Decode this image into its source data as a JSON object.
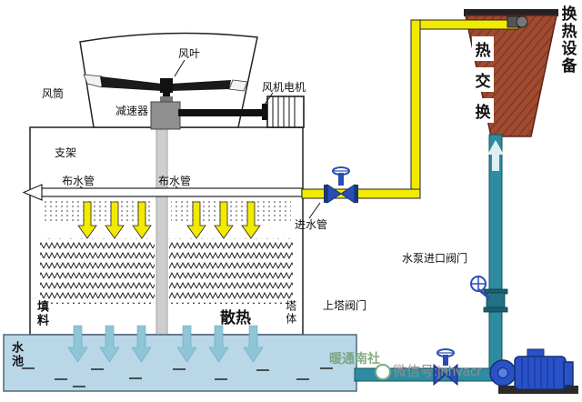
{
  "diagram": {
    "labels": {
      "fan_blade": "风叶",
      "fan_duct": "风筒",
      "reducer": "减速器",
      "fan_motor": "风机电机",
      "support": "支架",
      "dist_pipe_left": "布水管",
      "dist_pipe_right": "布水管",
      "inlet_pipe": "进水管",
      "fill": "填料",
      "heat_dissipation": "散热",
      "tower_body": "塔体",
      "pool": "水池",
      "upper_tower_valve": "上塔阀门",
      "pump_inlet_valve": "水泵进口阀门",
      "heat_exchanger_device": "换热设备"
    },
    "heat_exchange_chars": [
      "热",
      "交",
      "换"
    ],
    "watermark": {
      "brand": "暖通南社",
      "wechat": "微信号:jnhvacr"
    },
    "colors": {
      "pipe_hot_yellow": "#f2ea00",
      "pipe_cool_teal": "#2e8ca0",
      "pool_blue": "#b9d7e7",
      "heat_exchanger_red": "#a04a30",
      "pump_blue": "#2952c8",
      "valve_blue": "#2a4db5"
    }
  }
}
